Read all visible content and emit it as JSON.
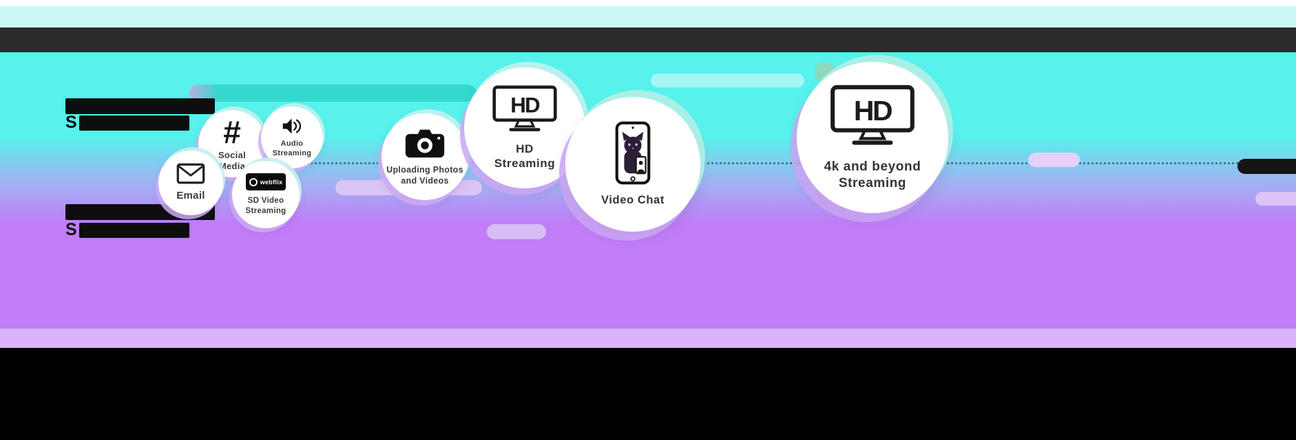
{
  "left_labels": {
    "tier1_prefix": "S",
    "tier2_prefix": "S"
  },
  "bubbles": {
    "email": {
      "label": "Email"
    },
    "social": {
      "label": "Social Media"
    },
    "audio": {
      "label": "Audio Streaming"
    },
    "sd": {
      "label": "SD Video Streaming",
      "badge": "webflix"
    },
    "upload": {
      "label": "Uploading Photos and Videos"
    },
    "hd": {
      "label": "HD Streaming",
      "tv_text": "HD"
    },
    "video": {
      "label": "Video Chat"
    },
    "fourk": {
      "label": "4k and beyond Streaming",
      "tv_text": "HD"
    }
  },
  "icons": {
    "hashtag_glyph": "#"
  },
  "colors": {
    "cyan": "#56F2EB",
    "purple": "#C07DF7",
    "pale_cyan": "#CBF8F6",
    "pale_purple": "#D9B4FA",
    "header_bar": "#2B2B2B",
    "footer": "#000000",
    "pill_teal": "#35D8CF",
    "pill_lavender": "#D9C4F6"
  }
}
